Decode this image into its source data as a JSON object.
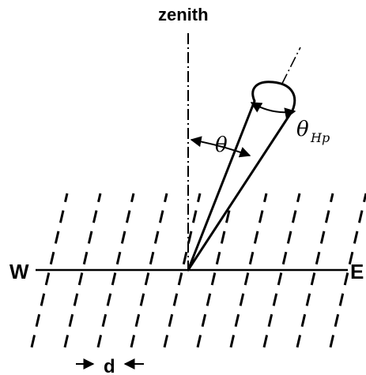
{
  "labels": {
    "zenith": "zenith",
    "west": "W",
    "east": "E",
    "theta": "θ",
    "theta_hp_symbol": "θ",
    "theta_hp_subscript": "Hp",
    "spacing": "d"
  },
  "colors": {
    "ink": "#000000",
    "background": "#ffffff"
  },
  "icons": {
    "arrow": "arrow-icon"
  }
}
